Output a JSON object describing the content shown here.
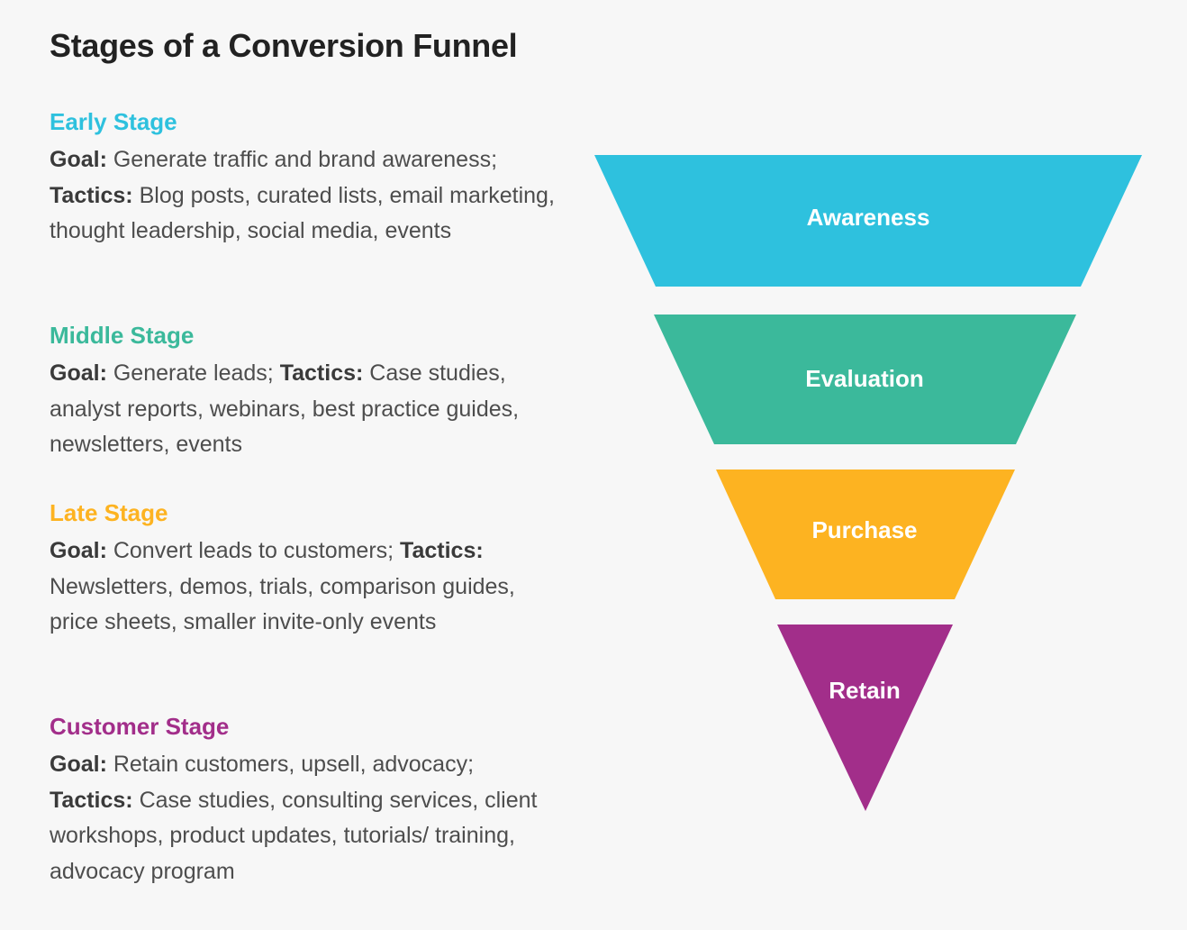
{
  "title": "Stages of a Conversion Funnel",
  "stages": [
    {
      "heading": "Early Stage",
      "color": "#2ec1de",
      "goal_label": "Goal:",
      "goal": " Generate traffic and brand awareness; ",
      "tactics_label": "Tactics:",
      "tactics": " Blog posts, curated lists, email marketing, thought leadership, social media, events"
    },
    {
      "heading": "Middle Stage",
      "color": "#3bb99b",
      "goal_label": "Goal:",
      "goal": " Generate leads; ",
      "tactics_label": "Tactics:",
      "tactics": " Case studies, analyst reports, webinars, best practice guides, newsletters, events"
    },
    {
      "heading": "Late Stage",
      "color": "#fdb321",
      "goal_label": "Goal:",
      "goal": " Convert leads to customers; ",
      "tactics_label": "Tactics:",
      "tactics": " Newsletters, demos, trials, comparison guides, price sheets, smaller invite-only events"
    },
    {
      "heading": "Customer Stage",
      "color": "#a22e8a",
      "goal_label": "Goal:",
      "goal": " Retain customers, upsell, advocacy; ",
      "tactics_label": "Tactics:",
      "tactics": " Case studies, consulting services, client workshops, product updates, tutorials/ training, advocacy program"
    }
  ],
  "funnel": [
    {
      "label": "Awareness",
      "color": "#2ec1de"
    },
    {
      "label": "Evaluation",
      "color": "#3bb99b"
    },
    {
      "label": "Purchase",
      "color": "#fdb321"
    },
    {
      "label": "Retain",
      "color": "#a22e8a"
    }
  ]
}
